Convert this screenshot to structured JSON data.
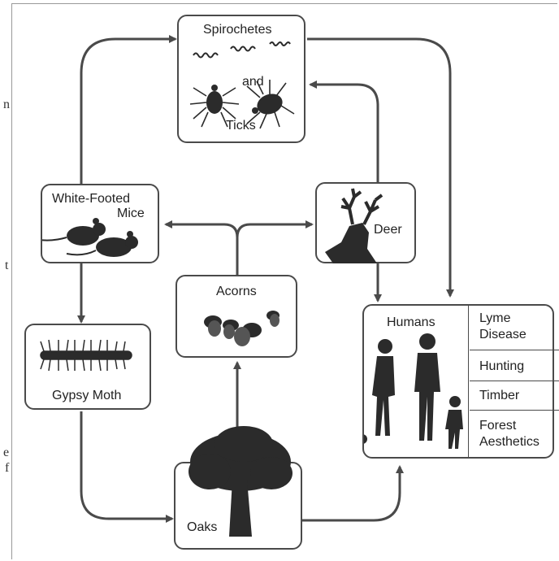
{
  "nodes": {
    "spirochetes_ticks": {
      "title": "Spirochetes",
      "connector": "and",
      "subtitle": "Ticks"
    },
    "mice": {
      "line1": "White-Footed",
      "line2": "Mice"
    },
    "deer": {
      "label": "Deer"
    },
    "acorns": {
      "label": "Acorns"
    },
    "gypsy_moth": {
      "label": "Gypsy Moth"
    },
    "oaks": {
      "label": "Oaks"
    },
    "humans": {
      "label": "Humans",
      "impacts": [
        "Lyme Disease",
        "Hunting",
        "Timber",
        "Forest Aesthetics"
      ]
    }
  },
  "margin_text": [
    "n",
    "t",
    "e",
    "f"
  ],
  "colors": {
    "stroke": "#4a4a4a",
    "silhouette": "#2b2b2b",
    "arrow": "#4a4a4a"
  }
}
